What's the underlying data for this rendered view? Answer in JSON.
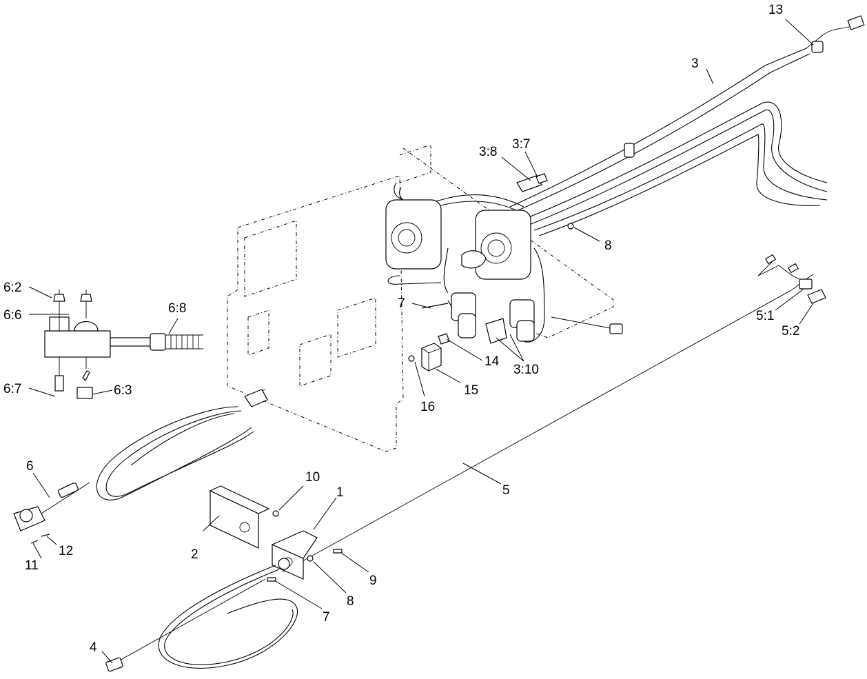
{
  "diagram": {
    "callouts": {
      "c13": "13",
      "c3": "3",
      "c3_8": "3:8",
      "c3_7": "3:7",
      "c8_top": "8",
      "c7_top": "7",
      "c3_10": "3:10",
      "c14": "14",
      "c15": "15",
      "c16": "16",
      "c5_1": "5:1",
      "c5_2": "5:2",
      "c6_2": "6:2",
      "c6_6": "6:6",
      "c6_8": "6:8",
      "c6_7": "6:7",
      "c6_3": "6:3",
      "c6": "6",
      "c12": "12",
      "c11": "11",
      "c10": "10",
      "c1": "1",
      "c2": "2",
      "c9": "9",
      "c8_bot": "8",
      "c7_bot": "7",
      "c5": "5",
      "c4": "4"
    }
  }
}
